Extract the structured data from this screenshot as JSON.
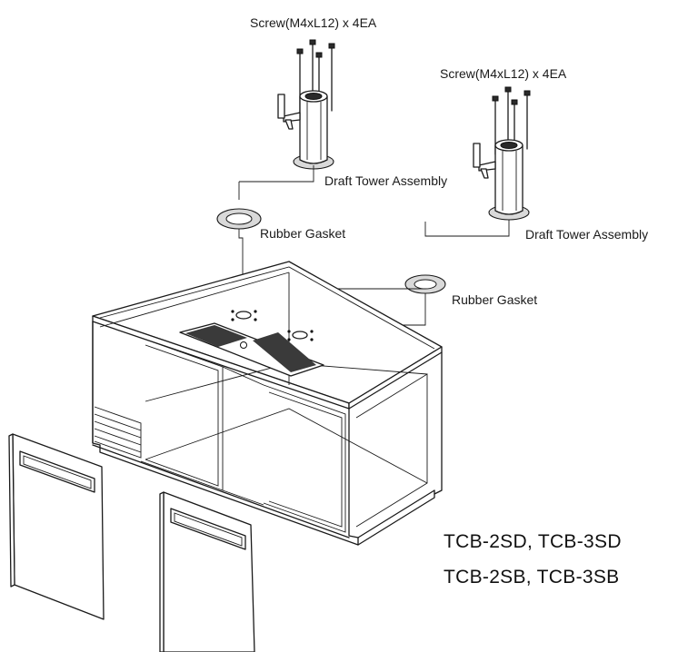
{
  "labels": {
    "screw_top": "Screw(M4xL12) x 4EA",
    "screw_right": "Screw(M4xL12) x 4EA",
    "tower_left": "Draft Tower Assembly",
    "tower_right": "Draft Tower Assembly",
    "gasket_left": "Rubber Gasket",
    "gasket_right": "Rubber Gasket"
  },
  "models": {
    "line1": "TCB-2SD, TCB-3SD",
    "line2": "TCB-2SB, TCB-3SB"
  }
}
